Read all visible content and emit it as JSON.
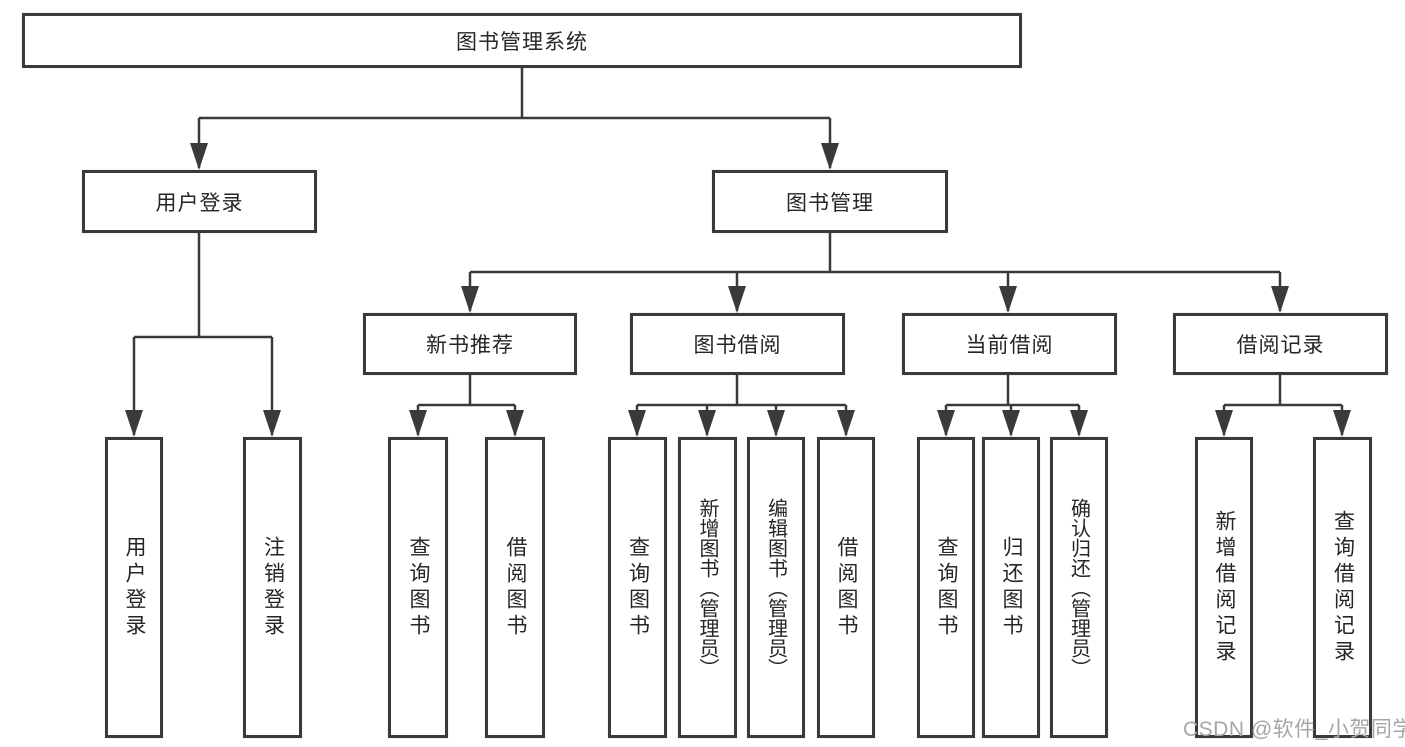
{
  "diagram": {
    "root_label": "图书管理系统",
    "level2": [
      "用户登录",
      "图书管理"
    ],
    "level3": [
      "新书推荐",
      "图书借阅",
      "当前借阅",
      "借阅记录"
    ],
    "leaves": [
      [
        "用户登录",
        "注销登录"
      ],
      [
        "查询图书",
        "借阅图书"
      ],
      [
        "查询图书",
        "新增图书（管理员）",
        "编辑图书（管理员）",
        "借阅图书"
      ],
      [
        "查询图书",
        "归还图书",
        "确认归还（管理员）"
      ],
      [
        "新增借阅记录",
        "查询借阅记录"
      ]
    ]
  },
  "watermark": {
    "text": "CSDN @软件_小贺同学"
  },
  "colors": {
    "line": "#3a3a3a",
    "text": "#262626",
    "background": "#ffffff",
    "watermark": "#a6a6a6"
  }
}
